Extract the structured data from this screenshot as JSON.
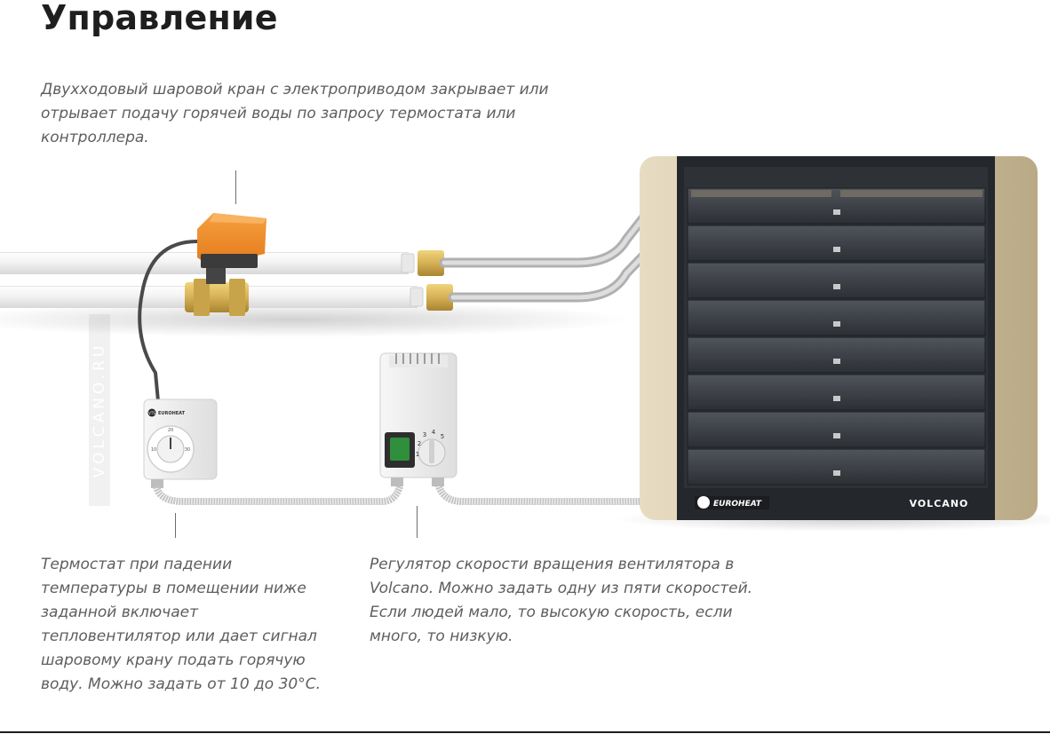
{
  "title": "Управление",
  "captions": {
    "valve": "Двухходовый шаровой кран с электроприводом закрывает или отрывает подачу горячей воды по запросу термостата или контроллера.",
    "thermostat": "Термостат при падении температуры в помещении ниже заданной включает тепловентилятор или дает сигнал шаровому крану подать горячую воду. Можно задать от 10 до 30°С.",
    "regulator": "Регулятор скорости вращения вентилятора в Volcano. Можно задать одну из пяти скоростей. Если людей мало, то высокую скорость, если много, то низкую."
  },
  "watermark": "VOLCANO.RU",
  "heater": {
    "brand_left": "EUROHEAT",
    "brand_left_mark": "VTS",
    "brand_right": "VOLCANO"
  },
  "thermostat": {
    "brand": "EUROHEAT",
    "brand_mark": "VTS",
    "dial_top": "20",
    "dial_right": "30",
    "dial_left": "10"
  },
  "regulator": {
    "speeds": [
      "1",
      "2",
      "3",
      "4",
      "5"
    ]
  },
  "colors": {
    "actuator": "#f08a24",
    "brass": "#d6b055",
    "heater_frame": "#cfc2a3",
    "heater_grille": "#3a3d42",
    "pipe": "#ececec",
    "switch_green": "#2f8f3c"
  }
}
